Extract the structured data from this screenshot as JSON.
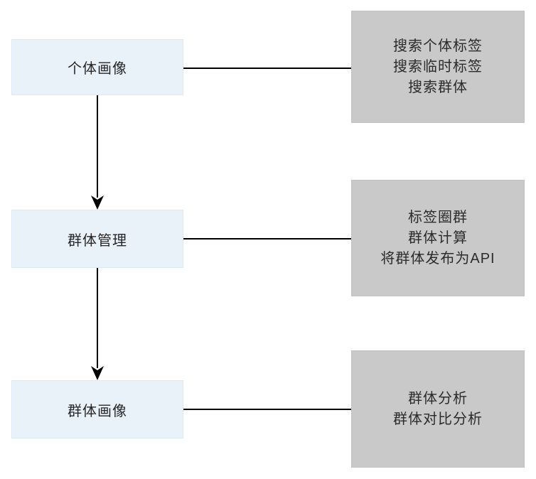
{
  "diagram": {
    "type": "flowchart",
    "background": "#ffffff",
    "colors": {
      "node_fill": "#e9f1f9",
      "node_border": "#dde9f4",
      "feature_fill": "#c9c9c9",
      "connector": "#000000",
      "text": "#262626"
    },
    "rows": [
      {
        "node": "个体画像",
        "features": [
          "搜索个体标签",
          "搜索临时标签",
          "搜索群体"
        ]
      },
      {
        "node": "群体管理",
        "features": [
          "标签圈群",
          "群体计算",
          "将群体发布为API"
        ]
      },
      {
        "node": "群体画像",
        "features": [
          "群体分析",
          "群体对比分析"
        ]
      }
    ],
    "flow": "个体画像 → 群体管理 → 群体画像"
  }
}
